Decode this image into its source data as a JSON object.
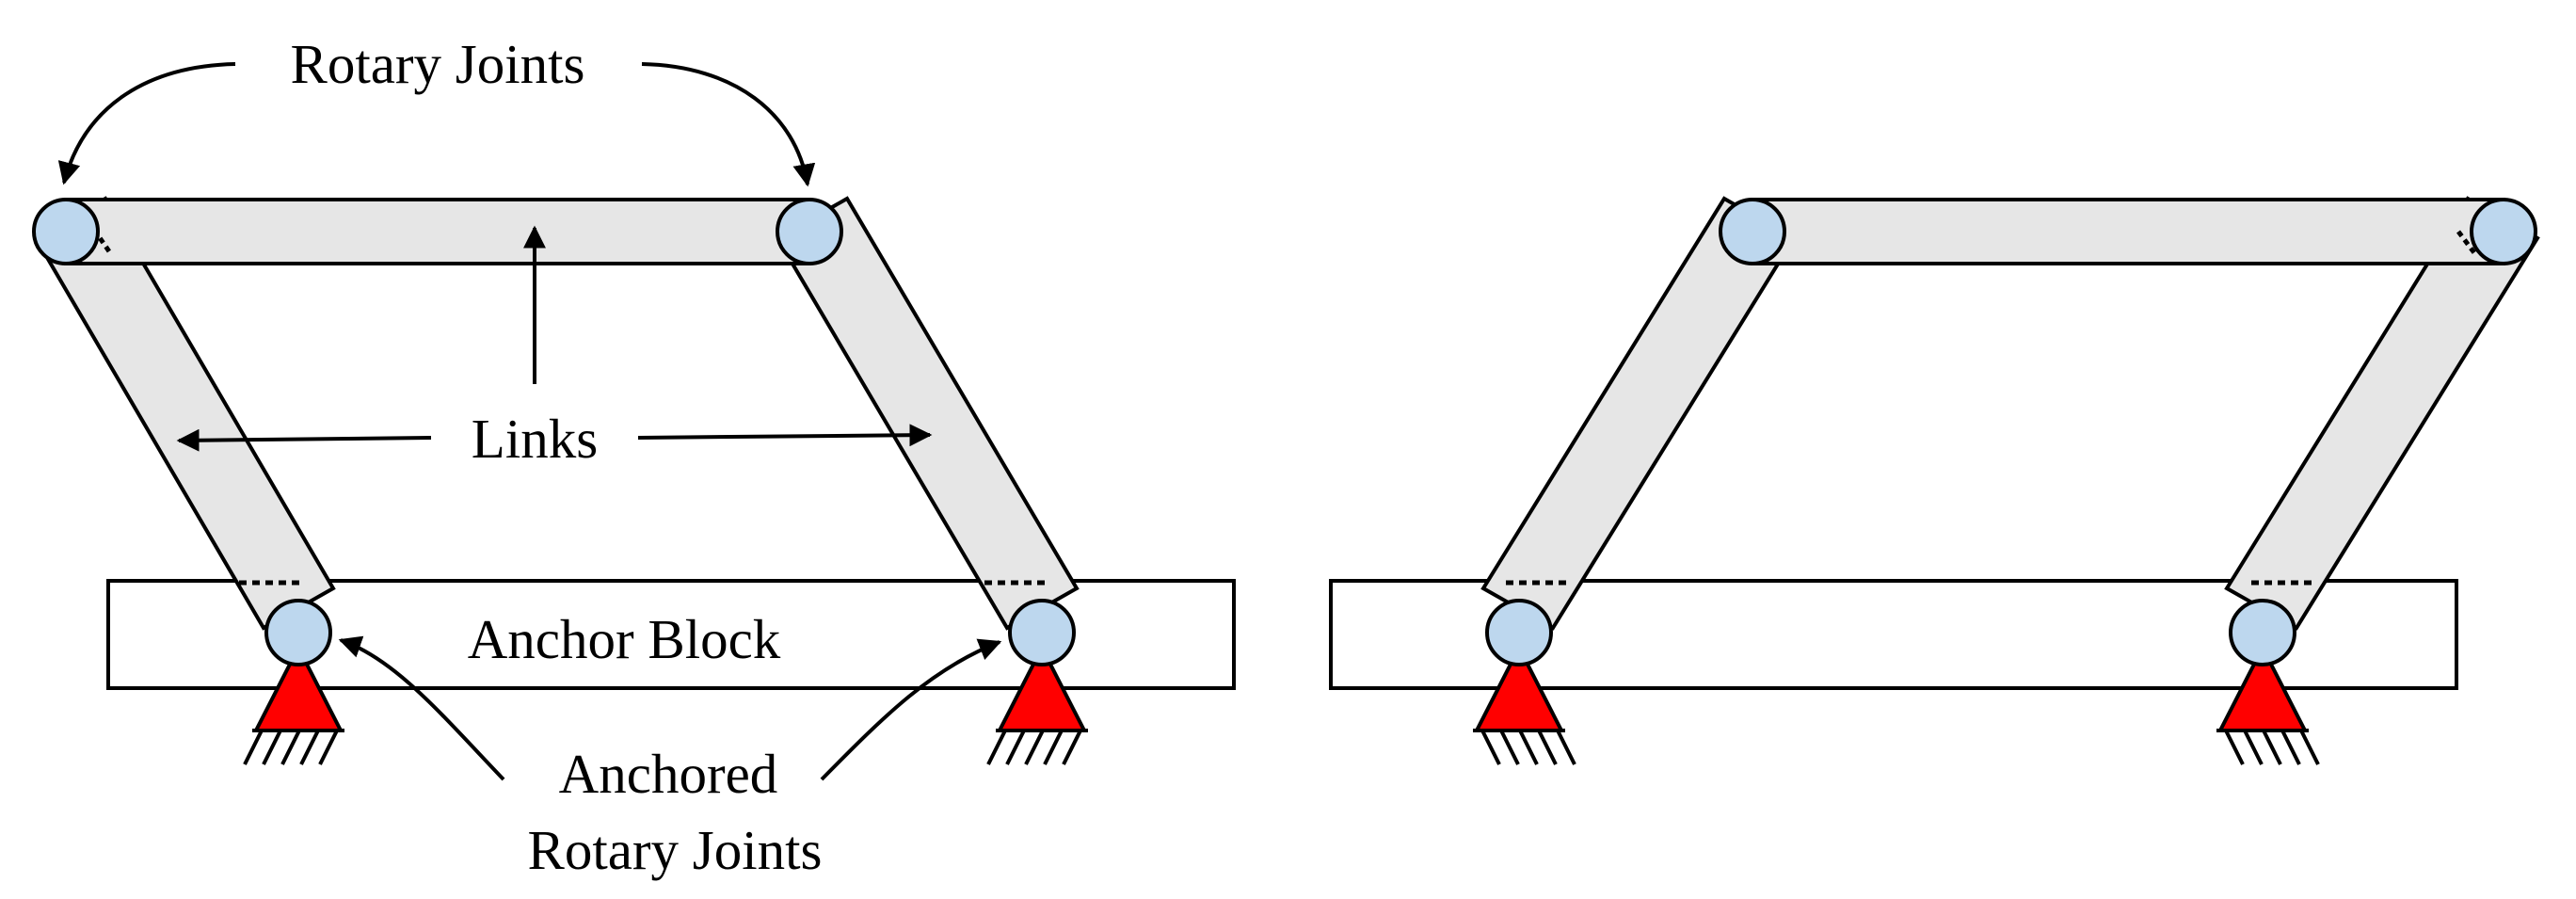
{
  "labels": {
    "rotary_joints": "Rotary Joints",
    "links": "Links",
    "anchor_block": "Anchor Block",
    "anchored_line1": "Anchored",
    "anchored_line2": "Rotary Joints"
  },
  "colors": {
    "link_fill": "#e6e6e6",
    "joint_fill": "#bdd7ee",
    "anchor_fill": "#ff0000",
    "stroke": "#000000",
    "background": "#ffffff"
  }
}
